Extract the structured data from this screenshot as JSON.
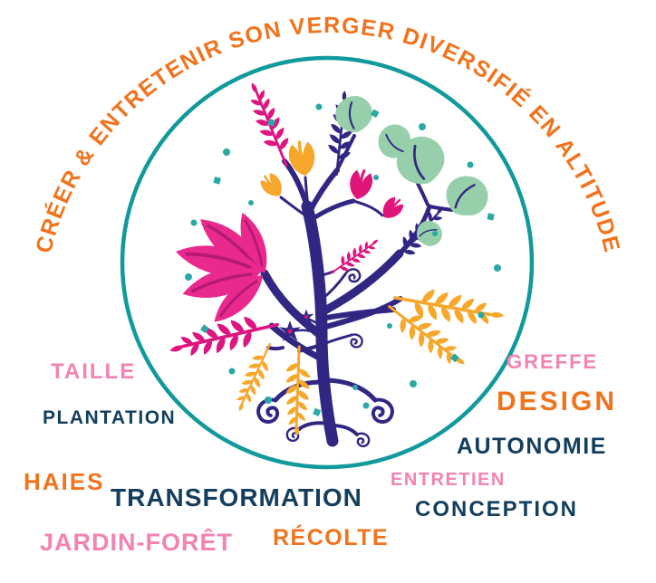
{
  "arc_title": "CRÉER & ENTRETENIR SON VERGER DIVERSIFIÉ EN ALTITUDE",
  "keywords": [
    {
      "id": "taille",
      "label": "TAILLE",
      "color": "#F283B3"
    },
    {
      "id": "plantation",
      "label": "PLANTATION",
      "color": "#133E5D"
    },
    {
      "id": "haies",
      "label": "HAIES",
      "color": "#F1731D"
    },
    {
      "id": "transformation",
      "label": "TRANSFORMATION",
      "color": "#133E5D"
    },
    {
      "id": "jardin-foret",
      "label": "JARDIN-FORÊT",
      "color": "#F283B3"
    },
    {
      "id": "recolte",
      "label": "RÉCOLTE",
      "color": "#F1731D"
    },
    {
      "id": "greffe",
      "label": "GREFFE",
      "color": "#F283B3"
    },
    {
      "id": "design",
      "label": "DESIGN",
      "color": "#F1731D"
    },
    {
      "id": "autonomie",
      "label": "AUTONOMIE",
      "color": "#133E5D"
    },
    {
      "id": "entretien",
      "label": "ENTRETIEN",
      "color": "#F283B3"
    },
    {
      "id": "conception",
      "label": "CONCEPTION",
      "color": "#133E5D"
    }
  ],
  "illustration": {
    "name": "stylized-tree-in-circle",
    "colors": {
      "circle_border": "#12999C",
      "branches": "#312783",
      "pink_leaves": "#E9298E",
      "magenta_leaves": "#DD1580",
      "orange_leaves": "#F6A72C",
      "green_leaves": "#96CFAA",
      "teal_dots": "#2AA8A4",
      "magenta_flowers": "#E0157A"
    }
  },
  "palette": {
    "orange": "#F1731D",
    "pink": "#F283B3",
    "navy": "#133E5D"
  }
}
